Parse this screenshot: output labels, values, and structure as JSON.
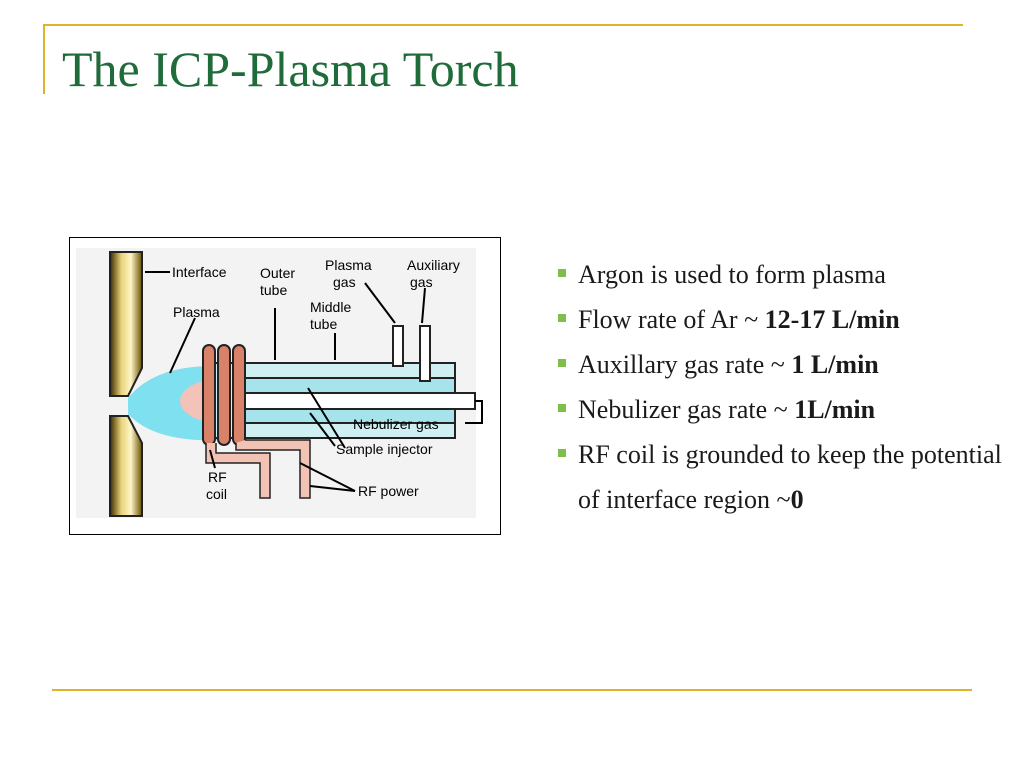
{
  "slide": {
    "title": "The ICP-Plasma Torch"
  },
  "figure": {
    "labels": {
      "interface": "Interface",
      "outer_tube_1": "Outer",
      "outer_tube_2": "tube",
      "plasma_gas_1": "Plasma",
      "plasma_gas_2": "gas",
      "auxiliary_gas_1": "Auxiliary",
      "auxiliary_gas_2": "gas",
      "plasma": "Plasma",
      "middle_tube_1": "Middle",
      "middle_tube_2": "tube",
      "nebulizer_gas": "Nebulizer gas",
      "sample_injector": "Sample injector",
      "rf_coil_1": "RF",
      "rf_coil_2": "coil",
      "rf_power": "RF power"
    }
  },
  "bullets": [
    {
      "text": "Argon is used to form plasma",
      "bold": ""
    },
    {
      "text": "Flow rate of Ar ~ ",
      "bold": "12-17 L/min"
    },
    {
      "text": "Auxillary gas rate ~ ",
      "bold": "1 L/min"
    },
    {
      "text": "Nebulizer gas rate ~ ",
      "bold": "1L/min"
    },
    {
      "text": "RF coil is grounded to keep the potential of interface region ~",
      "bold": "0"
    }
  ],
  "colors": {
    "title": "#1f6b3a",
    "rule": "#e0b32c",
    "bullet_marker": "#7dbf4a",
    "plasma": "#7fe0f0",
    "coil": "#d9826a"
  }
}
